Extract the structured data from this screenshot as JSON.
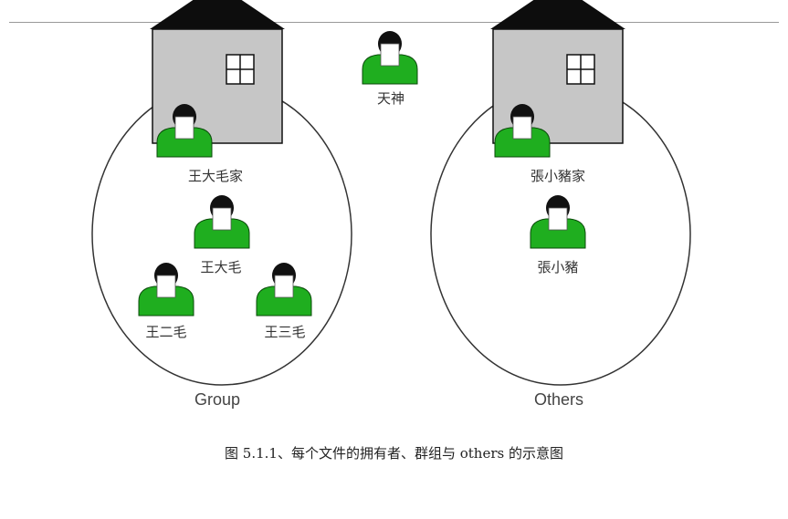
{
  "nodes": {
    "tianshen": "天神",
    "wangdamao_home": "王大毛家",
    "wangdamao": "王大毛",
    "wangermao": "王二毛",
    "wangsanmao": "王三毛",
    "zhangxiaozhu_home": "張小豬家",
    "zhangxiaozhu": "張小豬"
  },
  "groups": {
    "group_label": "Group",
    "others_label": "Others"
  },
  "caption": "图 5.1.1、每个文件的拥有者、群组与  others  的示意图",
  "colors": {
    "person_body": "#1fae1f",
    "person_hair": "#111111",
    "house_wall": "#c6c6c6",
    "house_roof": "#0d0d0d"
  }
}
